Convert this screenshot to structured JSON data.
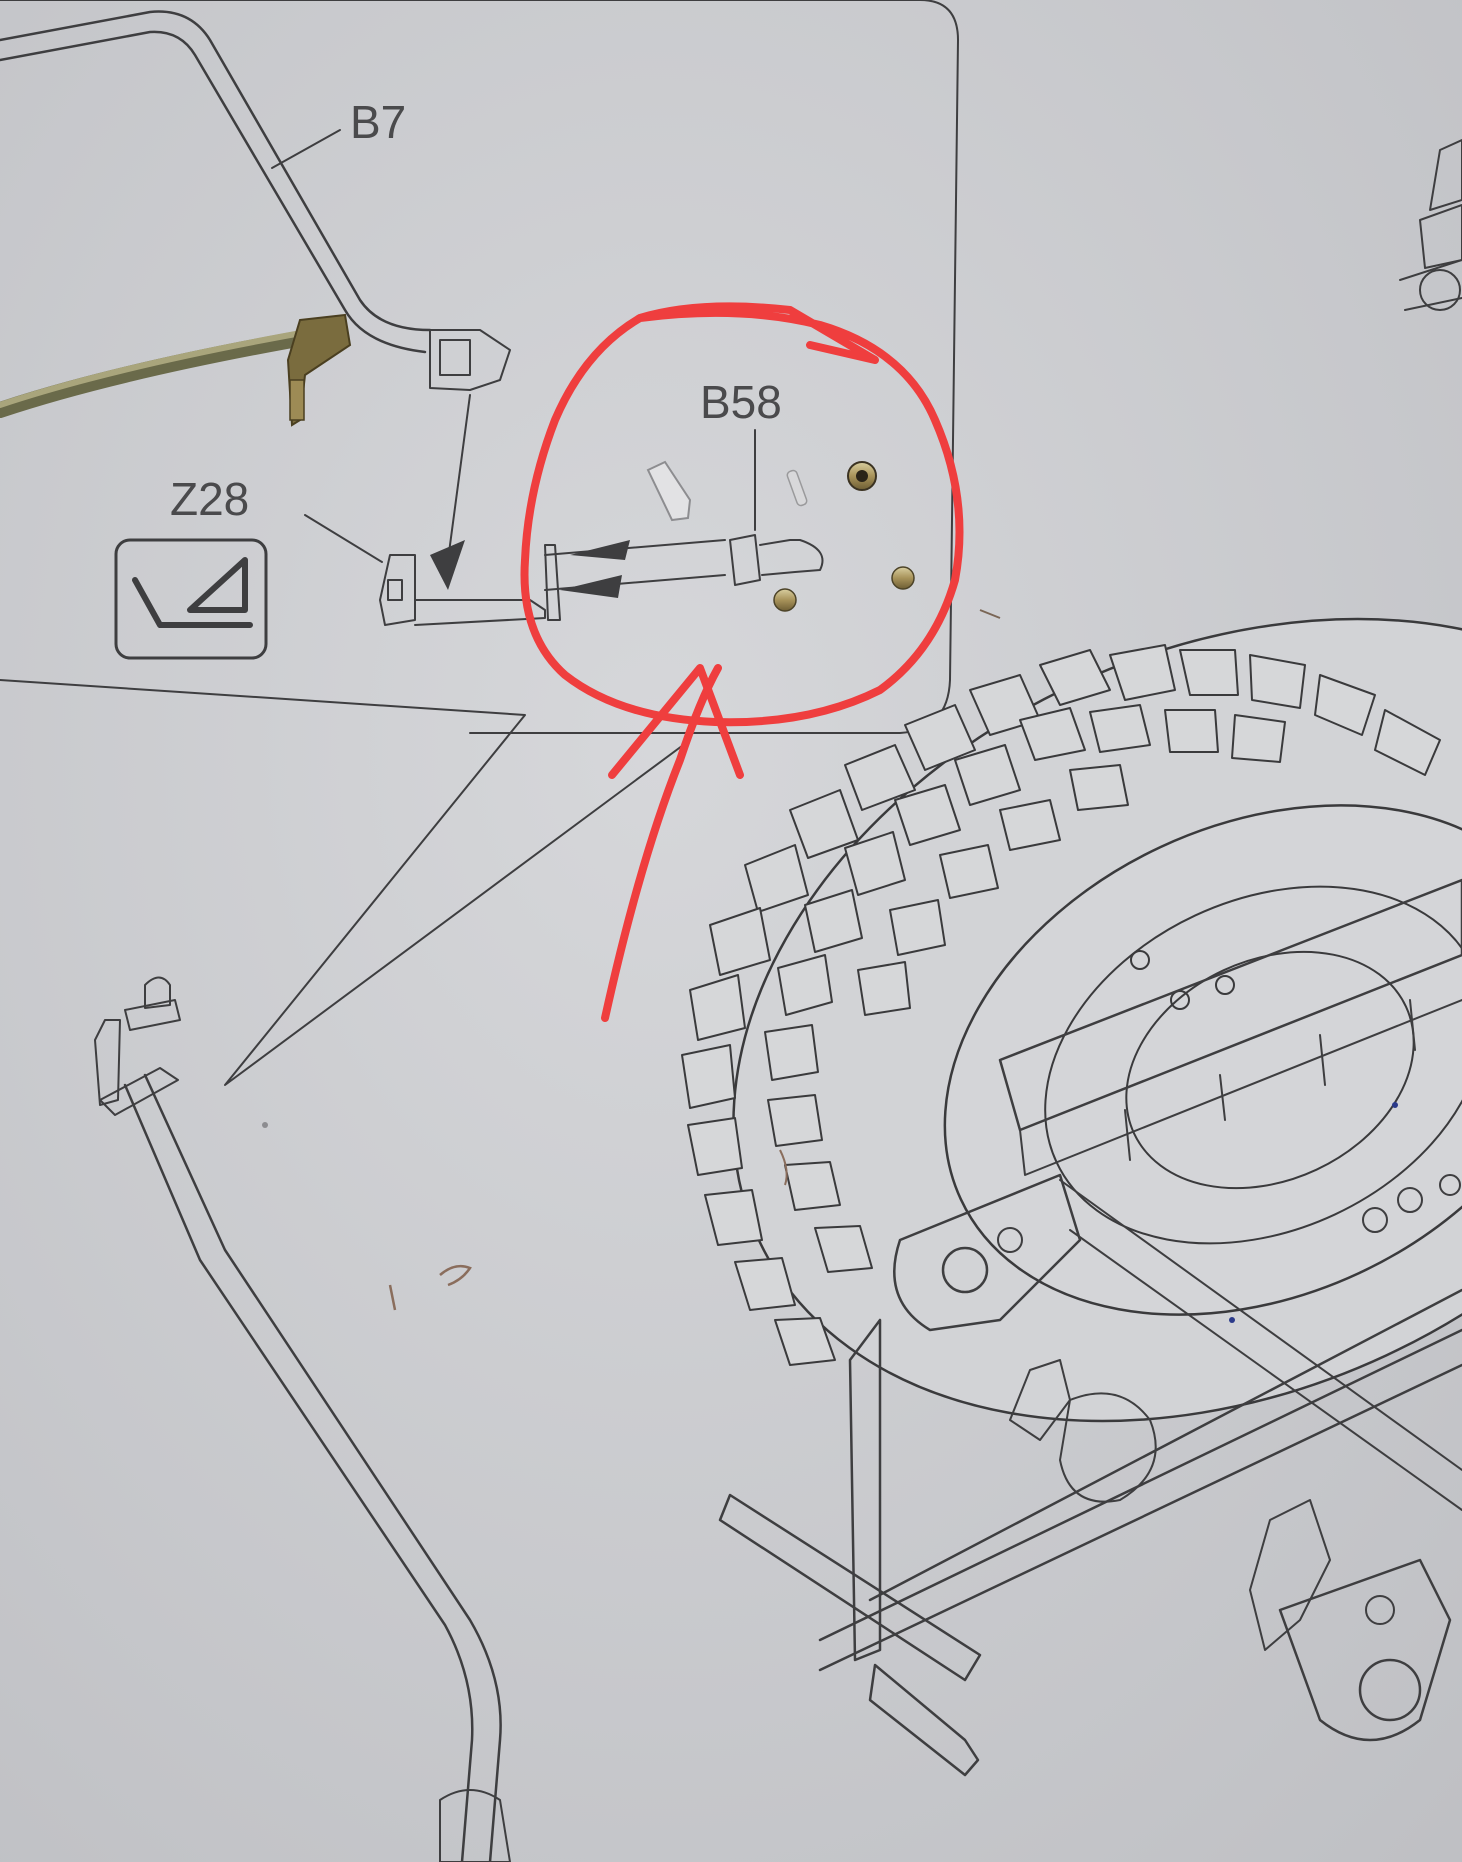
{
  "labels": {
    "b7": "B7",
    "b58": "B58",
    "z28": "Z28"
  },
  "colors": {
    "paper": "#cfd0d3",
    "line_art": "#3e3e40",
    "red_marker": "#ef3e3e",
    "brass": "#b9a56a"
  }
}
